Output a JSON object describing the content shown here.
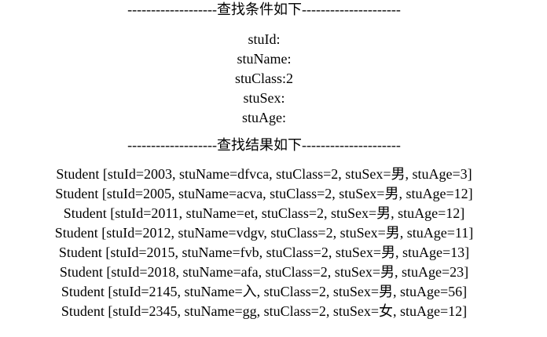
{
  "page": {
    "background_color": "#ffffff",
    "text_color": "#000000"
  },
  "conditions": {
    "header": "-------------------查找条件如下---------------------",
    "fields": [
      {
        "name": "stuId",
        "label": "stuId:",
        "value": ""
      },
      {
        "name": "stuName",
        "label": "stuName:",
        "value": ""
      },
      {
        "name": "stuClass",
        "label": "stuClass:",
        "value": "2"
      },
      {
        "name": "stuSex",
        "label": "stuSex:",
        "value": ""
      },
      {
        "name": "stuAge",
        "label": "stuAge:",
        "value": ""
      }
    ]
  },
  "results": {
    "header": "-------------------查找结果如下---------------------",
    "row_format": "Student [stuId={stuId}, stuName={stuName}, stuClass={stuClass}, stuSex={stuSex}, stuAge={stuAge}]",
    "rows": [
      {
        "stuId": "2003",
        "stuName": "dfvca",
        "stuClass": "2",
        "stuSex": "男",
        "stuAge": "3"
      },
      {
        "stuId": "2005",
        "stuName": "acva",
        "stuClass": "2",
        "stuSex": "男",
        "stuAge": "12"
      },
      {
        "stuId": "2011",
        "stuName": "et",
        "stuClass": "2",
        "stuSex": "男",
        "stuAge": "12"
      },
      {
        "stuId": "2012",
        "stuName": "vdgv",
        "stuClass": "2",
        "stuSex": "男",
        "stuAge": "11"
      },
      {
        "stuId": "2015",
        "stuName": "fvb",
        "stuClass": "2",
        "stuSex": "男",
        "stuAge": "13"
      },
      {
        "stuId": "2018",
        "stuName": "afa",
        "stuClass": "2",
        "stuSex": "男",
        "stuAge": "23"
      },
      {
        "stuId": "2145",
        "stuName": "入",
        "stuClass": "2",
        "stuSex": "男",
        "stuAge": "56"
      },
      {
        "stuId": "2345",
        "stuName": "gg",
        "stuClass": "2",
        "stuSex": "女",
        "stuAge": "12"
      }
    ]
  }
}
